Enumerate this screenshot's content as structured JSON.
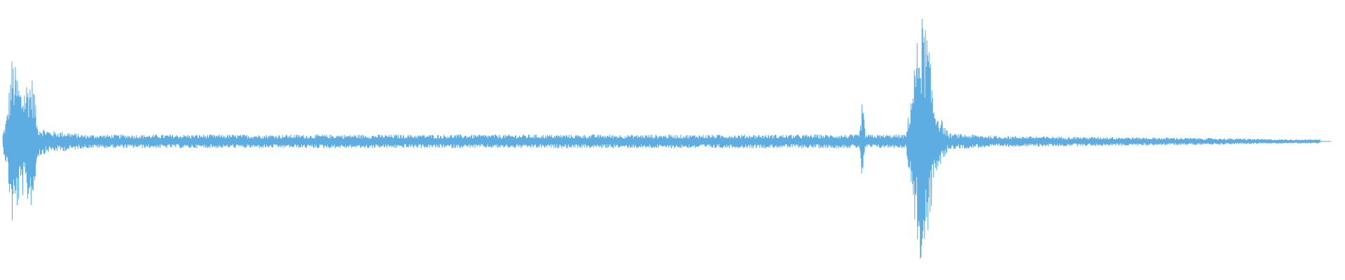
{
  "colors": {
    "background": "#ffffff",
    "waveform": "#5dade2"
  },
  "chart_data": {
    "type": "area",
    "x_domain": [
      0,
      100
    ],
    "ylim": [
      -1,
      1
    ],
    "grid": false,
    "legend": "none",
    "baseline_level": 0.035,
    "envelope_keypoints": [
      {
        "x": 0.0,
        "amplitude": 0.06
      },
      {
        "x": 0.3,
        "amplitude": 0.2
      },
      {
        "x": 0.7,
        "amplitude": 0.65
      },
      {
        "x": 1.0,
        "amplitude": 0.55
      },
      {
        "x": 1.4,
        "amplitude": 0.4
      },
      {
        "x": 2.0,
        "amplitude": 0.5
      },
      {
        "x": 2.3,
        "amplitude": 0.48
      },
      {
        "x": 2.6,
        "amplitude": 0.12
      },
      {
        "x": 3.5,
        "amplitude": 0.08
      },
      {
        "x": 5.0,
        "amplitude": 0.07
      },
      {
        "x": 6.0,
        "amplitude": 0.05
      },
      {
        "x": 64.5,
        "amplitude": 0.05
      },
      {
        "x": 64.7,
        "amplitude": 0.32
      },
      {
        "x": 64.95,
        "amplitude": 0.05
      },
      {
        "x": 68.0,
        "amplitude": 0.05
      },
      {
        "x": 68.6,
        "amplitude": 0.55
      },
      {
        "x": 69.1,
        "amplitude": 0.98
      },
      {
        "x": 69.6,
        "amplitude": 0.85
      },
      {
        "x": 70.1,
        "amplitude": 0.3
      },
      {
        "x": 70.6,
        "amplitude": 0.18
      },
      {
        "x": 71.2,
        "amplitude": 0.06
      },
      {
        "x": 75.0,
        "amplitude": 0.04
      },
      {
        "x": 90.0,
        "amplitude": 0.025
      },
      {
        "x": 99.0,
        "amplitude": 0.01
      }
    ],
    "periodic_ticks": {
      "start": 5.0,
      "end": 99.0,
      "spacing": 0.52,
      "amplitude": 0.03
    }
  }
}
